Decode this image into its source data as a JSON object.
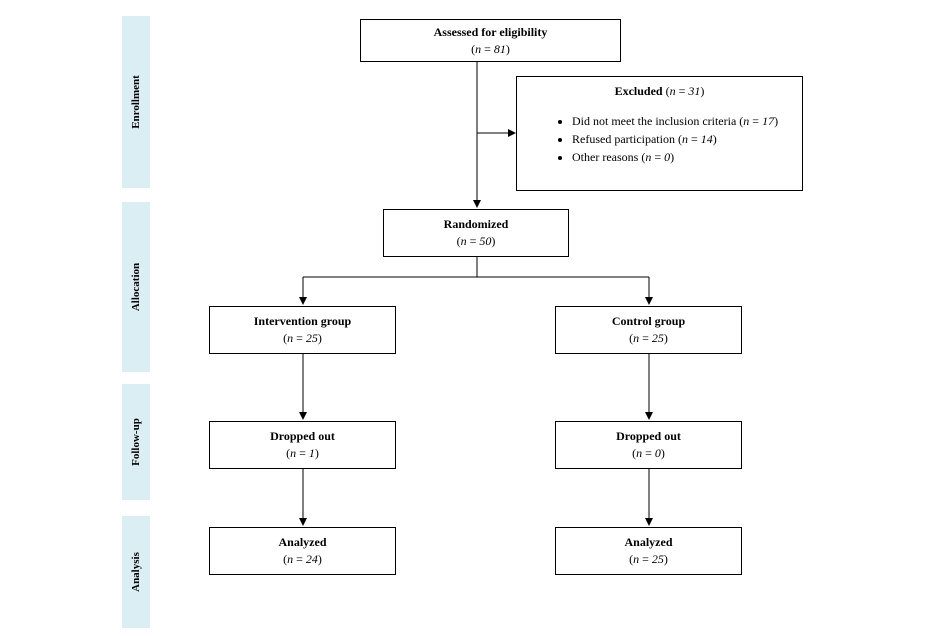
{
  "phases": {
    "enrollment": "Enrollment",
    "allocation": "Allocation",
    "followup": "Follow-up",
    "analysis": "Analysis"
  },
  "assessed": {
    "title": "Assessed for eligibility",
    "n": "81"
  },
  "excluded": {
    "title": "Excluded",
    "n": "31",
    "reasons": [
      {
        "label": "Did not meet the inclusion criteria",
        "n": "17"
      },
      {
        "label": "Refused participation",
        "n": "14"
      },
      {
        "label": "Other reasons",
        "n": "0"
      }
    ]
  },
  "randomized": {
    "title": "Randomized",
    "n": "50"
  },
  "intervention": {
    "group": {
      "title": "Intervention group",
      "n": "25"
    },
    "dropped": {
      "title": "Dropped out",
      "n": "1"
    },
    "analyzed": {
      "title": "Analyzed",
      "n": "24"
    }
  },
  "control": {
    "group": {
      "title": "Control group",
      "n": "25"
    },
    "dropped": {
      "title": "Dropped out",
      "n": "0"
    },
    "analyzed": {
      "title": "Analyzed",
      "n": "25"
    }
  },
  "n_prefix": "n",
  "n_equals": " = "
}
